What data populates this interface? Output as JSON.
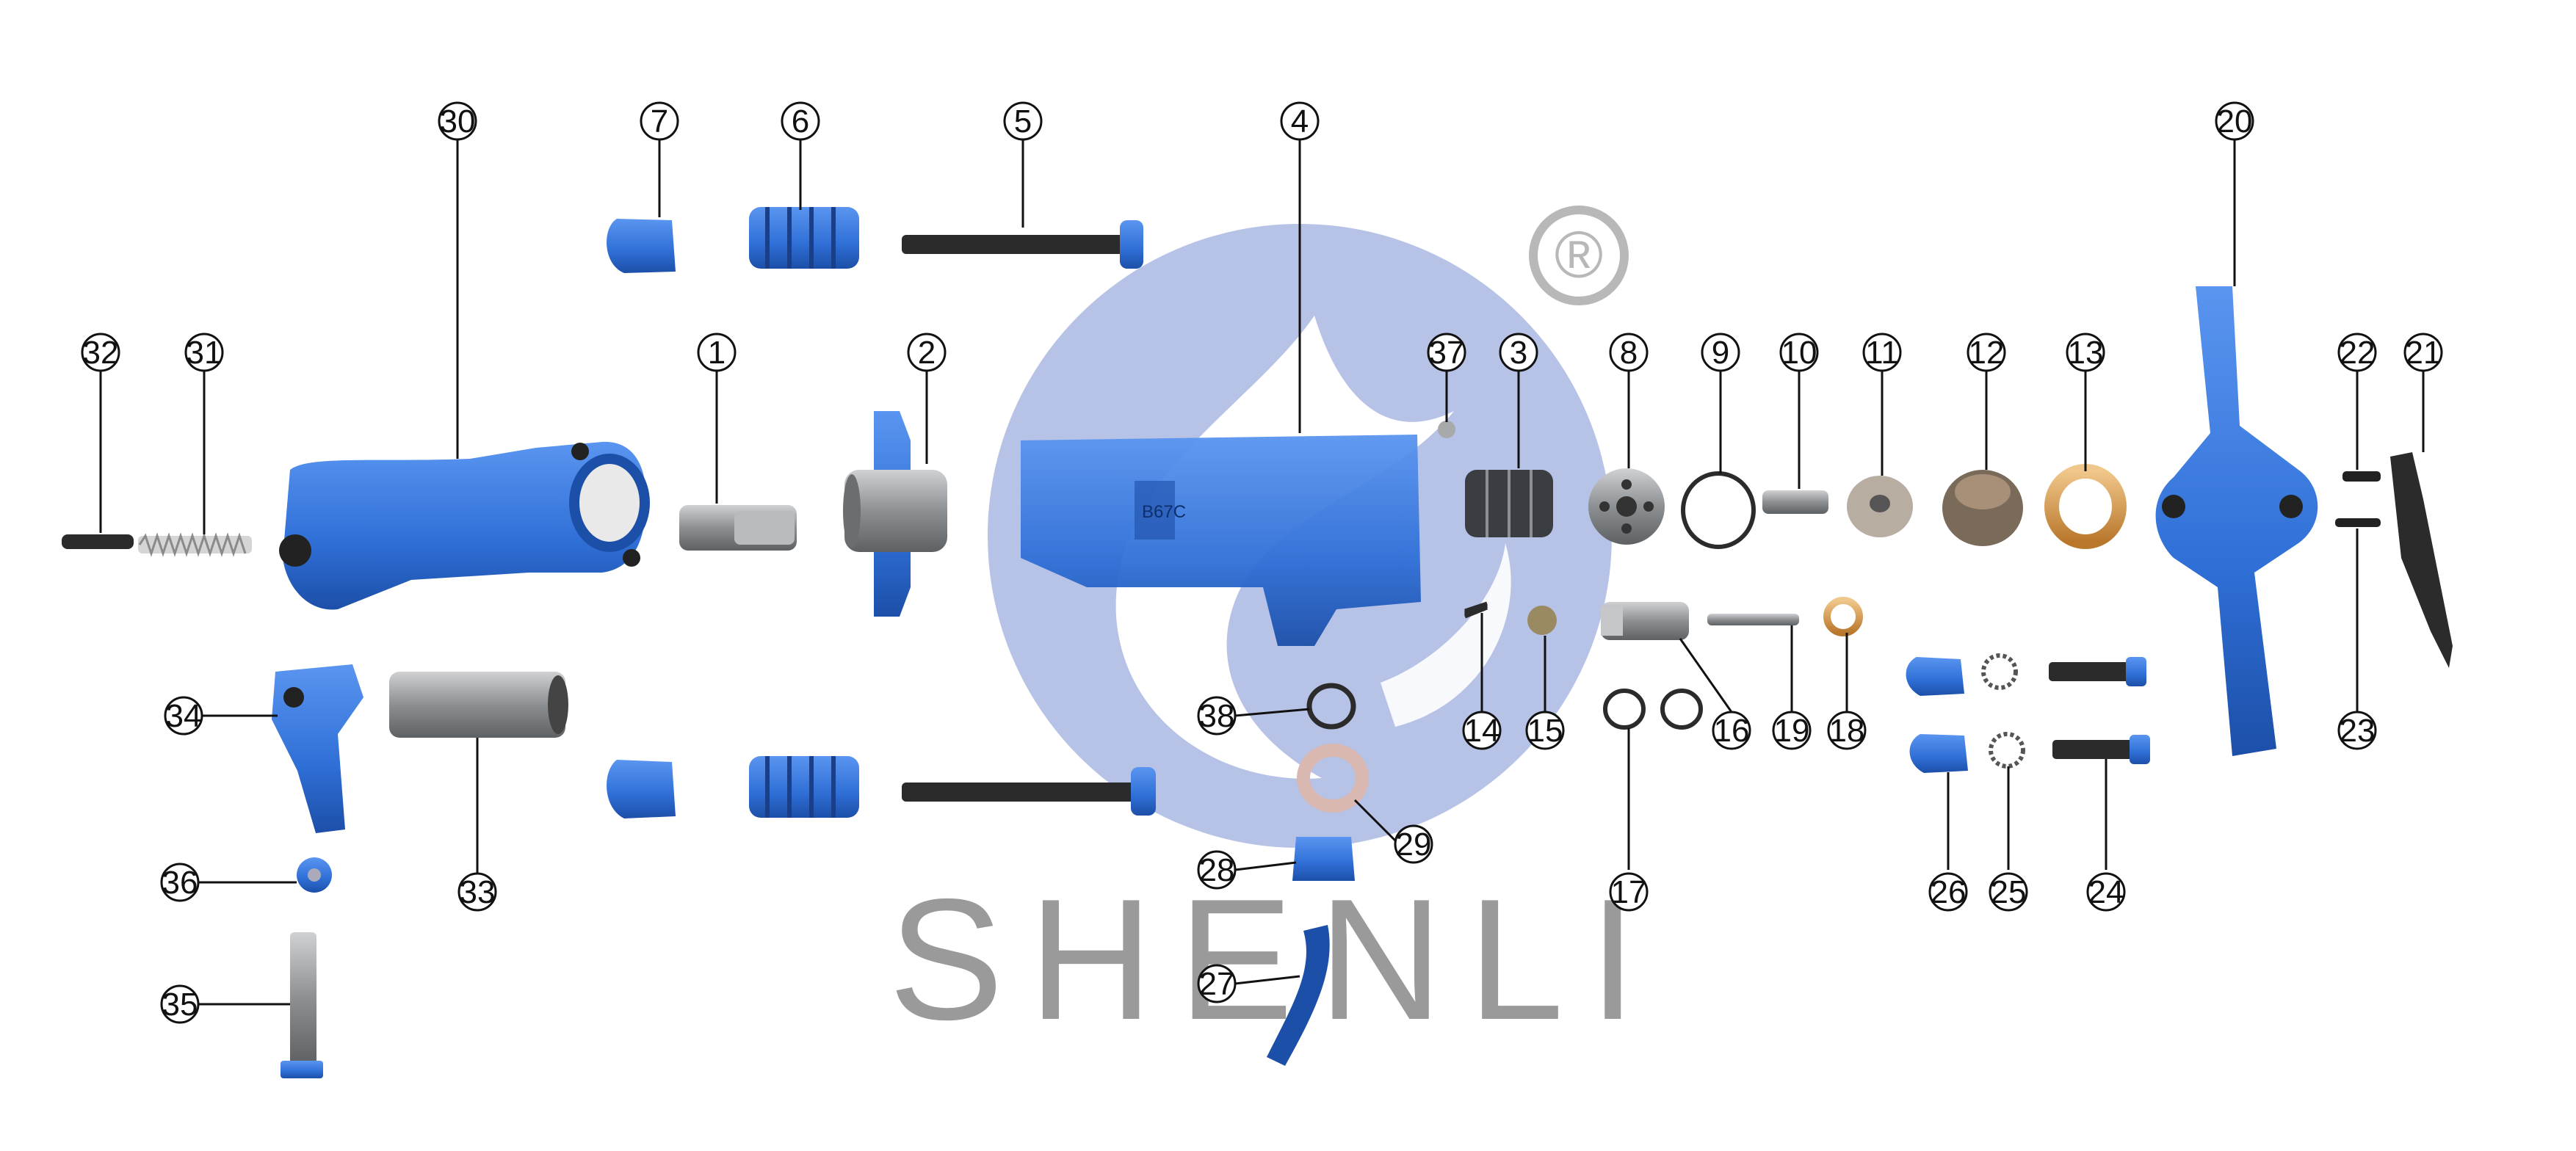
{
  "brand": {
    "name": "SHENLI",
    "registered_mark": "®",
    "logo_color": "#b3bfe6",
    "text_color": "#9a9a9a"
  },
  "part_colors": {
    "blue": "#2f6fd6",
    "steel": "#9a9c9e",
    "dark": "#2b2b2b",
    "brass": "#d9a25a"
  },
  "housing_marking": "B67C",
  "callouts": [
    "1",
    "2",
    "3",
    "4",
    "5",
    "6",
    "7",
    "8",
    "9",
    "10",
    "11",
    "12",
    "13",
    "14",
    "15",
    "16",
    "17",
    "18",
    "19",
    "20",
    "21",
    "22",
    "23",
    "24",
    "25",
    "26",
    "27",
    "28",
    "29",
    "30",
    "31",
    "32",
    "33",
    "34",
    "35",
    "36",
    "37",
    "38"
  ]
}
